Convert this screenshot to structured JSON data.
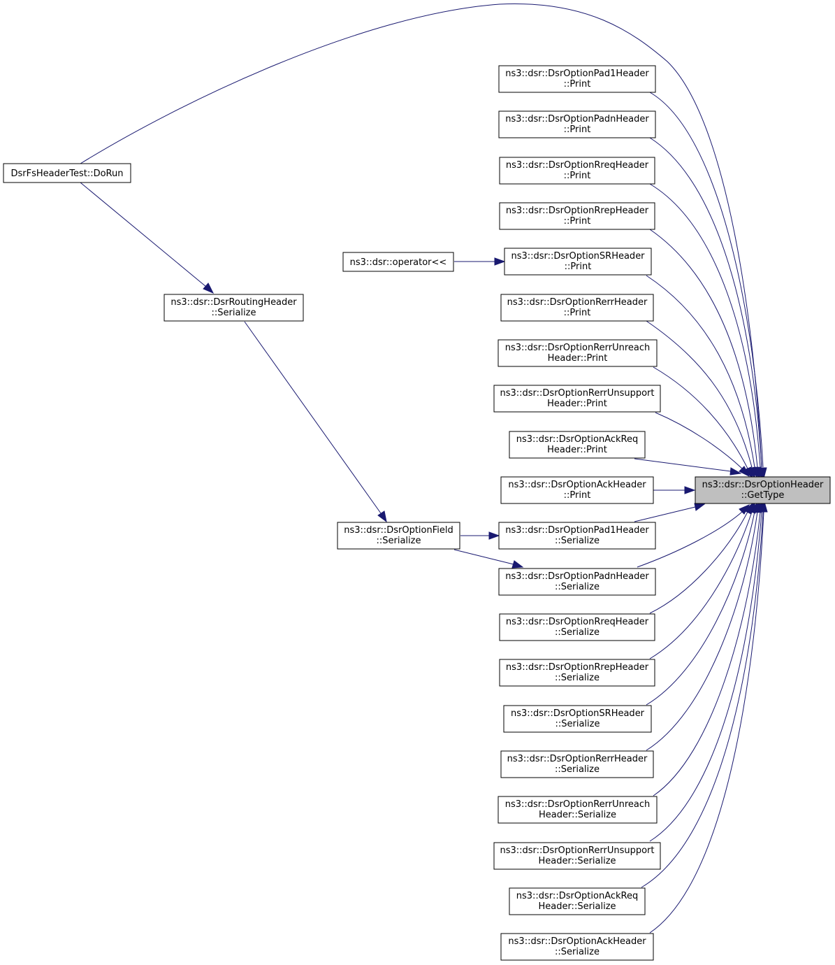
{
  "nodes": {
    "root": [
      "ns3::dsr::DsrOptionHeader",
      "::GetType"
    ],
    "dorun": [
      "DsrFsHeaderTest::DoRun"
    ],
    "routing_serialize": [
      "ns3::dsr::DsrRoutingHeader",
      "::Serialize"
    ],
    "operator": [
      "ns3::dsr::operator<<"
    ],
    "field_serialize": [
      "ns3::dsr::DsrOptionField",
      "::Serialize"
    ],
    "pad1_print": [
      "ns3::dsr::DsrOptionPad1Header",
      "::Print"
    ],
    "padn_print": [
      "ns3::dsr::DsrOptionPadnHeader",
      "::Print"
    ],
    "rreq_print": [
      "ns3::dsr::DsrOptionRreqHeader",
      "::Print"
    ],
    "rrep_print": [
      "ns3::dsr::DsrOptionRrepHeader",
      "::Print"
    ],
    "sr_print": [
      "ns3::dsr::DsrOptionSRHeader",
      "::Print"
    ],
    "rerr_print": [
      "ns3::dsr::DsrOptionRerrHeader",
      "::Print"
    ],
    "rerr_unreach_print": [
      "ns3::dsr::DsrOptionRerrUnreach",
      "Header::Print"
    ],
    "rerr_unsupport_print": [
      "ns3::dsr::DsrOptionRerrUnsupport",
      "Header::Print"
    ],
    "ackreq_print": [
      "ns3::dsr::DsrOptionAckReq",
      "Header::Print"
    ],
    "ack_print": [
      "ns3::dsr::DsrOptionAckHeader",
      "::Print"
    ],
    "pad1_serialize": [
      "ns3::dsr::DsrOptionPad1Header",
      "::Serialize"
    ],
    "padn_serialize": [
      "ns3::dsr::DsrOptionPadnHeader",
      "::Serialize"
    ],
    "rreq_serialize": [
      "ns3::dsr::DsrOptionRreqHeader",
      "::Serialize"
    ],
    "rrep_serialize": [
      "ns3::dsr::DsrOptionRrepHeader",
      "::Serialize"
    ],
    "sr_serialize": [
      "ns3::dsr::DsrOptionSRHeader",
      "::Serialize"
    ],
    "rerr_serialize": [
      "ns3::dsr::DsrOptionRerrHeader",
      "::Serialize"
    ],
    "rerr_unreach_serialize": [
      "ns3::dsr::DsrOptionRerrUnreach",
      "Header::Serialize"
    ],
    "rerr_unsupport_serialize": [
      "ns3::dsr::DsrOptionRerrUnsupport",
      "Header::Serialize"
    ],
    "ackreq_serialize": [
      "ns3::dsr::DsrOptionAckReq",
      "Header::Serialize"
    ],
    "ack_serialize": [
      "ns3::dsr::DsrOptionAckHeader",
      "::Serialize"
    ]
  },
  "edges": [
    [
      "dorun",
      "root"
    ],
    [
      "dorun",
      "routing_serialize"
    ],
    [
      "routing_serialize",
      "field_serialize"
    ],
    [
      "operator",
      "sr_print"
    ],
    [
      "field_serialize",
      "pad1_serialize"
    ],
    [
      "field_serialize",
      "padn_serialize"
    ],
    [
      "pad1_print",
      "root"
    ],
    [
      "padn_print",
      "root"
    ],
    [
      "rreq_print",
      "root"
    ],
    [
      "rrep_print",
      "root"
    ],
    [
      "sr_print",
      "root"
    ],
    [
      "rerr_print",
      "root"
    ],
    [
      "rerr_unreach_print",
      "root"
    ],
    [
      "rerr_unsupport_print",
      "root"
    ],
    [
      "ackreq_print",
      "root"
    ],
    [
      "ack_print",
      "root"
    ],
    [
      "pad1_serialize",
      "root"
    ],
    [
      "padn_serialize",
      "root"
    ],
    [
      "rreq_serialize",
      "root"
    ],
    [
      "rrep_serialize",
      "root"
    ],
    [
      "sr_serialize",
      "root"
    ],
    [
      "rerr_serialize",
      "root"
    ],
    [
      "rerr_unreach_serialize",
      "root"
    ],
    [
      "rerr_unsupport_serialize",
      "root"
    ],
    [
      "ackreq_serialize",
      "root"
    ],
    [
      "ack_serialize",
      "root"
    ]
  ],
  "colors": {
    "edge": "#191970",
    "root_fill": "#bfbfbf",
    "node_fill": "#ffffff",
    "node_stroke": "#000000"
  }
}
